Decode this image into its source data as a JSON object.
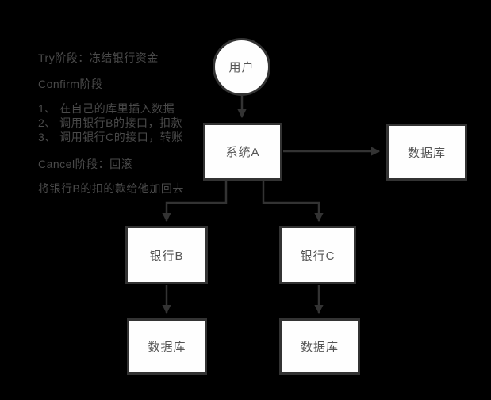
{
  "notes": {
    "try_line": "Try阶段：冻结银行资金",
    "confirm_title": "Confirm阶段",
    "confirm_steps": [
      "1、 在自己的库里插入数据",
      "2、 调用银行B的接口，扣款",
      "3、 调用银行C的接口，转账"
    ],
    "cancel_line": "Cancel阶段：回滚",
    "cancel_detail": "将银行B的扣的款给他加回去"
  },
  "nodes": {
    "user": {
      "label": "用户",
      "shape": "circle"
    },
    "system_a": {
      "label": "系统A",
      "shape": "rect"
    },
    "database_main": {
      "label": "数据库",
      "shape": "rect"
    },
    "bank_b": {
      "label": "银行B",
      "shape": "rect"
    },
    "bank_c": {
      "label": "银行C",
      "shape": "rect"
    },
    "database_b": {
      "label": "数据库",
      "shape": "rect"
    },
    "database_c": {
      "label": "数据库",
      "shape": "rect"
    }
  },
  "colors": {
    "background": "#000000",
    "node_fill": "#fefefe",
    "node_border": "#333333",
    "arrow_line": "#333333",
    "node_text": "#555555",
    "note_text": "#4a4a4a"
  }
}
